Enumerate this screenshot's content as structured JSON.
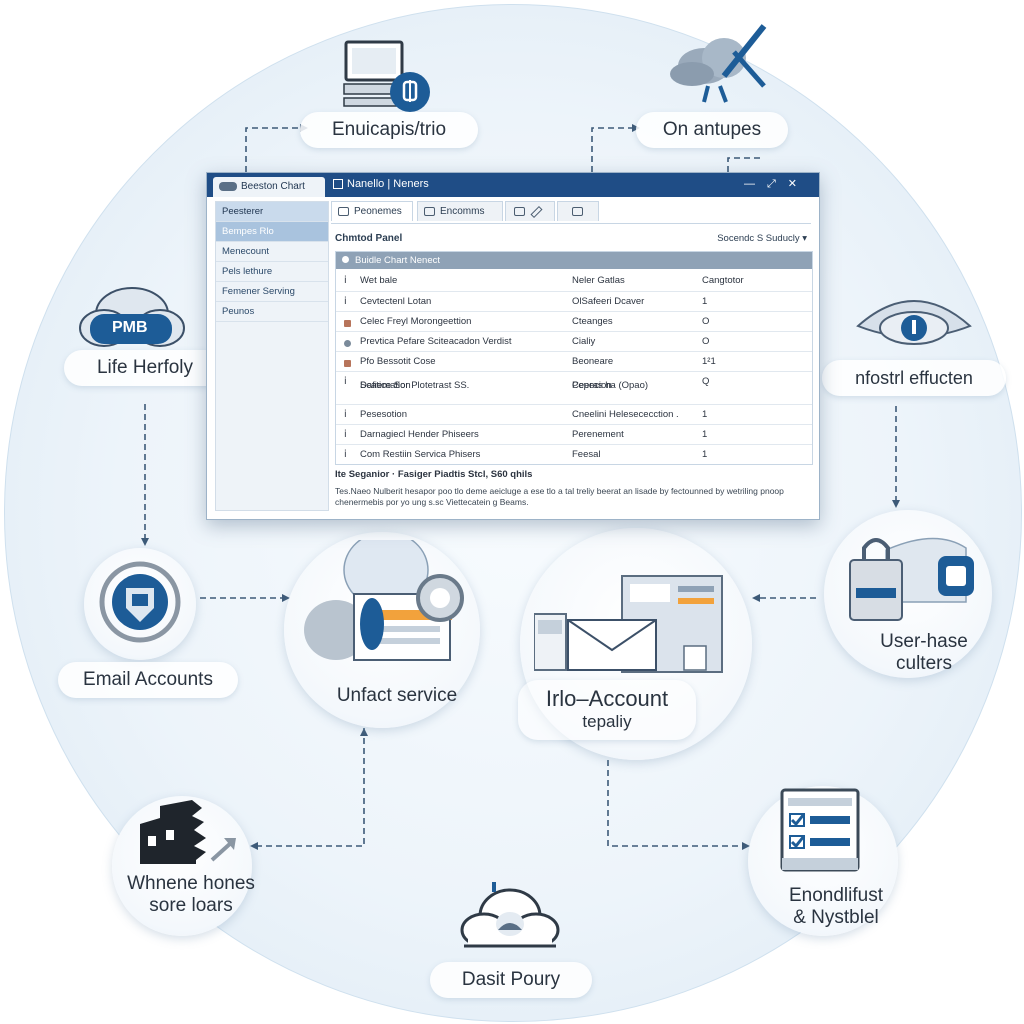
{
  "diagram": {
    "nodes": {
      "top_left": "Enuicapis/trio",
      "top_right": "On antupes",
      "left_mid": "Life Herfoly",
      "right_mid": "nfostrl effucten",
      "left_low": "Email Accounts",
      "center_left": "Unfact service",
      "center_right_line1": "Irlo–Account",
      "center_right_line2": "tepaliy",
      "right_low_line1": "User-hase",
      "right_low_line2": "culters",
      "bottom_left_line1": "Whnene hones",
      "bottom_left_line2": "sore loars",
      "bottom_right_line1": "Enondlifust",
      "bottom_right_line2": "& Nystblel",
      "bottom": "Dasit Poury",
      "cloud_badge": "PMB"
    }
  },
  "window": {
    "active_tab": "Beeston Chart",
    "title": "Nanello | Neners",
    "controls": [
      "—",
      "⤢",
      "✕"
    ],
    "sidebar": [
      "Peesterer",
      "Bempes Rlo",
      "Menecount",
      "Pels lethure",
      "Femener Serving",
      "Peunos"
    ],
    "tabs": [
      "Peonemes",
      "Encomms",
      "",
      ""
    ],
    "panel_title": "Chmtod Panel",
    "sort_label": "Socendc S Suducly ▾",
    "table_title": "Buidle Chart Nenect",
    "columns": [
      "Wet bale",
      "Neler Gatlas",
      "Cangtotor"
    ],
    "rows": [
      {
        "name": "Cevtectenl Lotan",
        "detail": "OlSafeeri Dcaver",
        "val": "1"
      },
      {
        "name": "Celec Freyl Morongeettion",
        "detail": "Cteanges",
        "val": "O"
      },
      {
        "name": "Prevtica Pefare Sciteacadon Verdist",
        "detail": "Cialiy",
        "val": "O"
      },
      {
        "name": "Pfo Bessotit Cose",
        "detail": "Beoneare",
        "val": "1²1"
      },
      {
        "name": "Dafiemation",
        "name2": "Scatice Sor Plotetrast SS.",
        "detail": "Ceeras ha (Opao)",
        "detail2": "Pepecion",
        "val": "Q"
      },
      {
        "name": "Pesesotion",
        "detail": "Cneelini Helesececction .",
        "val": "1"
      },
      {
        "name": "Darnagiecl Hender Phiseers",
        "detail": "Perenement",
        "val": "1"
      },
      {
        "name": "Com Restiin Servica Phisers",
        "detail": "Feesal",
        "val": "1"
      }
    ],
    "footnote_title": "Ite Seganior · Fasiger Piadtis Stcl, S60 qhils",
    "footnote_text": "Tes.Naeo Nulberit hesapor poo tlo deme aeicluge a ese tlo a tal treliy beerat an lisade by fectounned by wetriling pnoop chenermebis por yo ung s.sc Viettecatein g Beams."
  }
}
